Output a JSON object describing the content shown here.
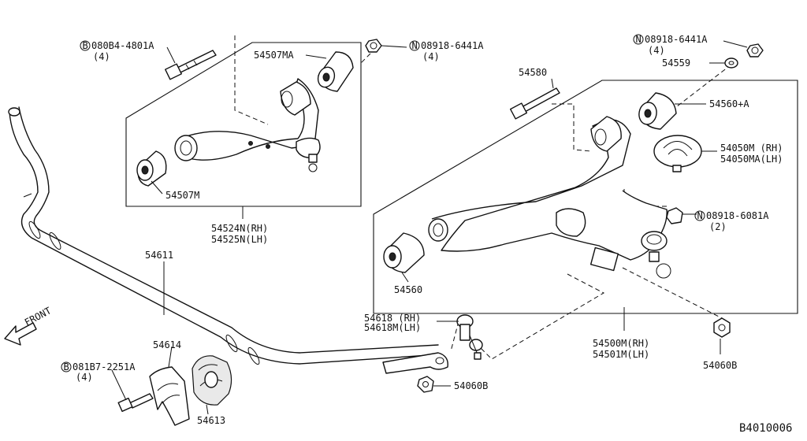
{
  "diagram_id": "B4010006",
  "front_label": "FRONT",
  "parts": {
    "p08084": {
      "prefix": "B",
      "code": "080B4-4801A",
      "qty": "(4)"
    },
    "p08918_6441_left": {
      "prefix": "N",
      "code": "08918-6441A",
      "qty": "(4)"
    },
    "p08918_6441_right": {
      "prefix": "N",
      "code": "08918-6441A",
      "qty": "(4)"
    },
    "p54507MA": "54507MA",
    "p54507M": "54507M",
    "p54524N": "54524N(RH)",
    "p54525N": "54525N(LH)",
    "p54580": "54580",
    "p54559": "54559",
    "p54560A": "54560+A",
    "p54050M": "54050M (RH)",
    "p54050MA": "54050MA(LH)",
    "p08918_6081": {
      "prefix": "N",
      "code": "08918-6081A",
      "qty": "(2)"
    },
    "p54560": "54560",
    "p54611": "54611",
    "p54618": "54618 (RH)",
    "p54618M": "54618M(LH)",
    "p54614": "54614",
    "p08187": {
      "prefix": "B",
      "code": "081B7-2251A",
      "qty": "(4)"
    },
    "p54613": "54613",
    "p54060B_left": "54060B",
    "p54500M": "54500M(RH)",
    "p54501M": "54501M(LH)",
    "p54060B_right": "54060B"
  }
}
